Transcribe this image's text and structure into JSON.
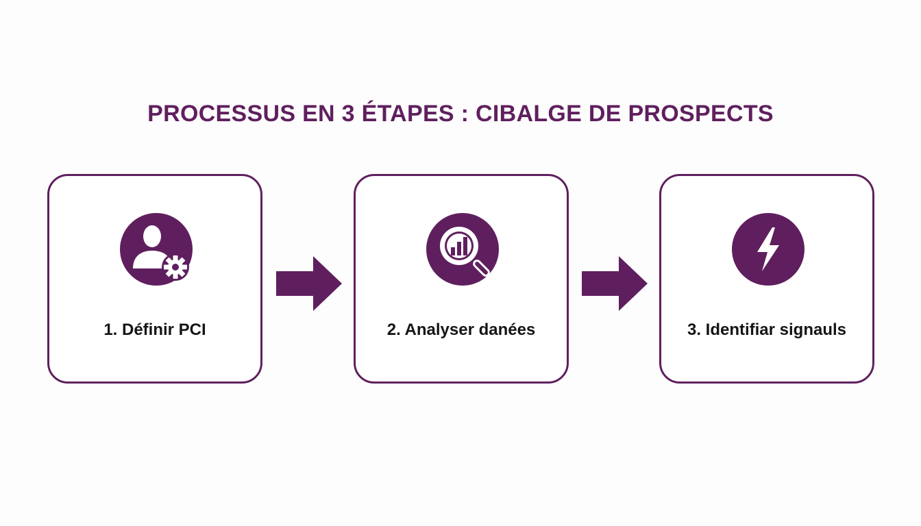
{
  "title": "PROCESSUS EN 3 ÉTAPES : CIBALGE DE PROSPECTS",
  "colors": {
    "accent": "#5f1f5e",
    "text": "#151515",
    "background": "#fdfdfd"
  },
  "steps": [
    {
      "label": "1. Définir PCI",
      "icon": "user-gear-icon"
    },
    {
      "label": "2. Analyser danées",
      "icon": "magnifier-chart-icon"
    },
    {
      "label": "3. Identifiar signauls",
      "icon": "lightning-bolt-icon"
    }
  ],
  "connectors": [
    {
      "icon": "right-arrow-icon"
    },
    {
      "icon": "right-arrow-icon"
    }
  ]
}
